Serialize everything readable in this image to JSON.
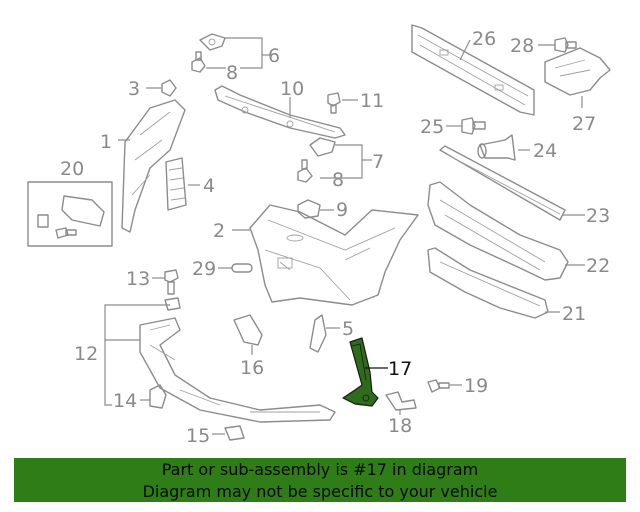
{
  "callouts": {
    "c1": "1",
    "c2": "2",
    "c3": "3",
    "c4": "4",
    "c5": "5",
    "c6": "6",
    "c7": "7",
    "c8a": "8",
    "c8b": "8",
    "c9": "9",
    "c10": "10",
    "c11": "11",
    "c12": "12",
    "c13": "13",
    "c14": "14",
    "c15": "15",
    "c16": "16",
    "c17": "17",
    "c18": "18",
    "c19": "19",
    "c20": "20",
    "c21": "21",
    "c22": "22",
    "c23": "23",
    "c24": "24",
    "c25": "25",
    "c26": "26",
    "c27": "27",
    "c28": "28",
    "c29": "29"
  },
  "highlighted_part": "17",
  "colors": {
    "highlight_fill": "#2e6b1a",
    "banner_bg": "#2e7d16",
    "lines": "#8c8c8c"
  },
  "banner": {
    "line1": "Part or sub-assembly is #17 in diagram",
    "line2": "Diagram may not be specific to your vehicle"
  }
}
